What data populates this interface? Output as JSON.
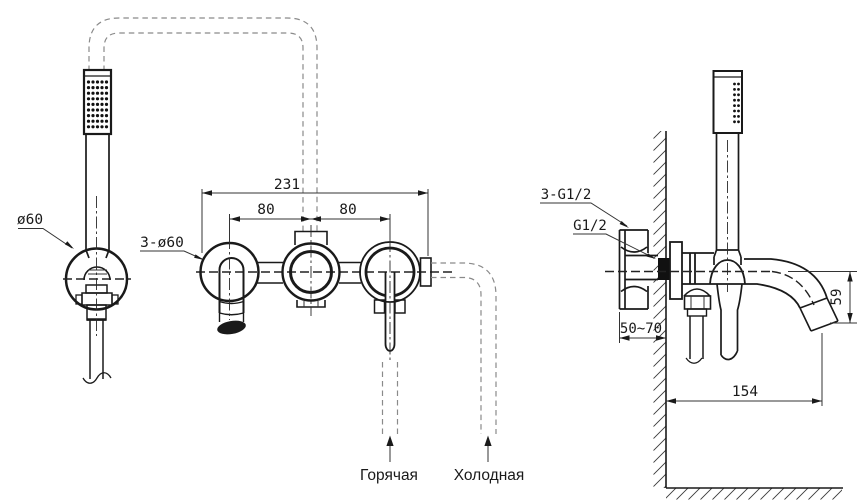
{
  "drawing": {
    "dimensions": {
      "overall_width": "231",
      "pitch_left": "80",
      "pitch_right": "80",
      "handshower_holder_diameter": "ø60",
      "escutcheons": "3-ø60",
      "threads": "3-G1/2",
      "outlet_thread": "G1/2",
      "wall_mount_depth": "50~70",
      "spout_drop": "59",
      "spout_reach": "154"
    },
    "supply": {
      "hot": "Горячая",
      "cold": "Холодная"
    },
    "colors": {
      "line": "#1a1a1a",
      "hose_dash": "#8a8a8a",
      "background": "#ffffff"
    }
  }
}
